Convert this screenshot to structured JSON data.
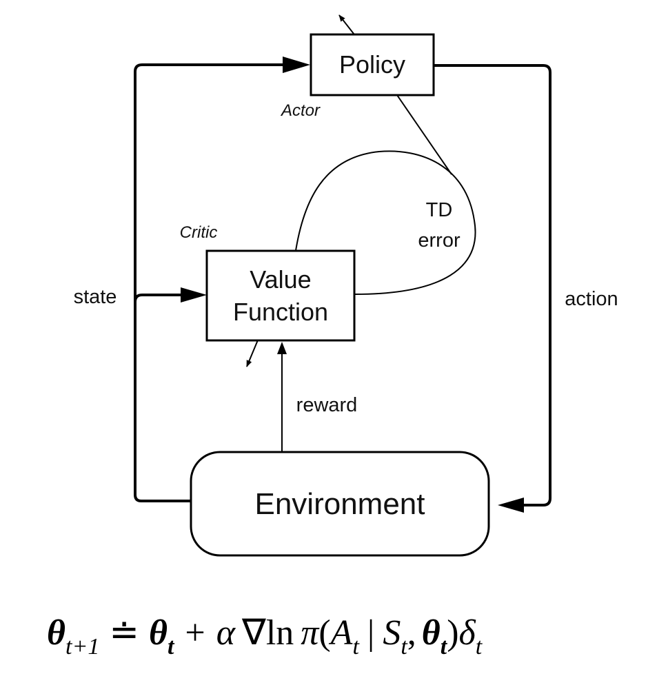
{
  "nodes": {
    "policy": {
      "label": "Policy",
      "role": "Actor"
    },
    "value_function": {
      "label_line1": "Value",
      "label_line2": "Function",
      "role": "Critic"
    },
    "environment": {
      "label": "Environment"
    }
  },
  "edges": {
    "state": "state",
    "action": "action",
    "reward": "reward",
    "td_error_line1": "TD",
    "td_error_line2": "error"
  },
  "equation": {
    "theta": "θ",
    "t_plus_1": "t+1",
    "defeq": "≐",
    "t": "t",
    "plus": "+",
    "alpha": "α",
    "nabla_ln": "∇ln",
    "pi": "π",
    "open": "(",
    "A": "A",
    "bar": "|",
    "S": "S",
    "comma": ",",
    "close": ")",
    "delta": "δ"
  }
}
